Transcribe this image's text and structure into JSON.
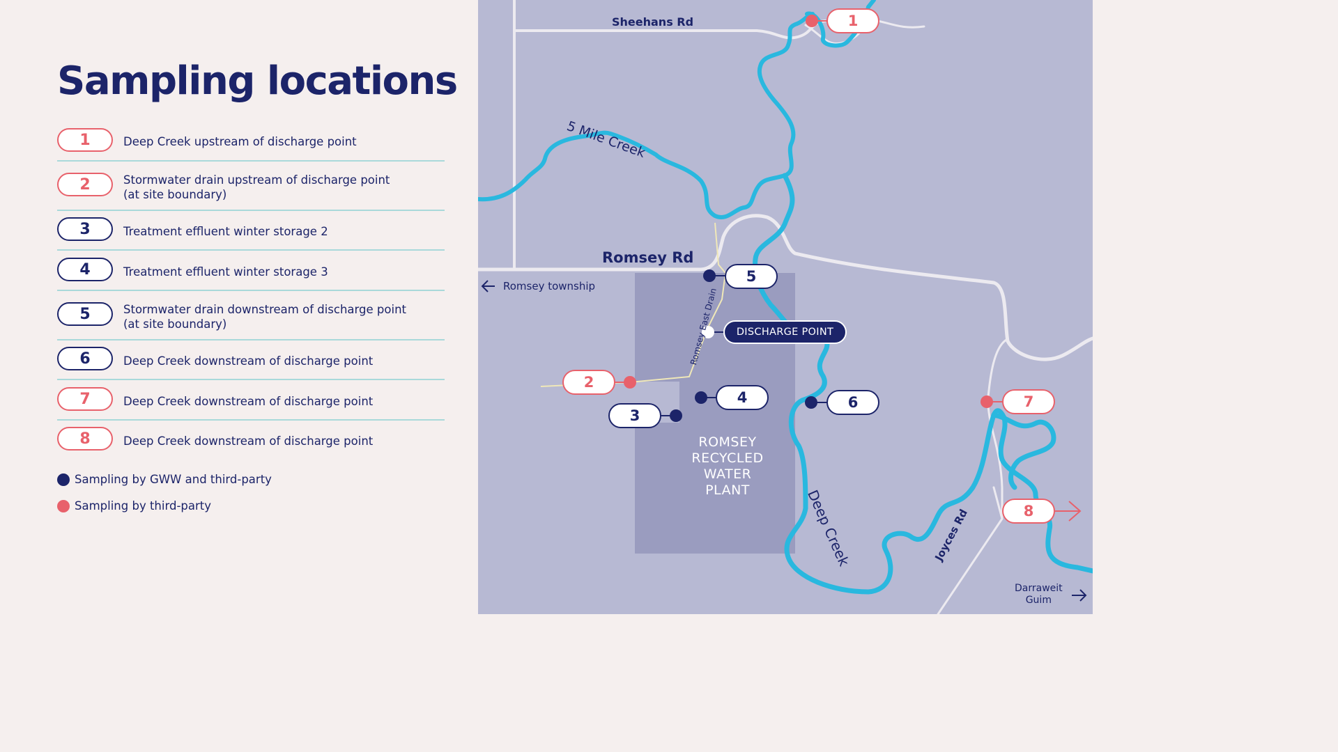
{
  "title": "Sampling locations",
  "sites": [
    {
      "id": "1",
      "type": "third",
      "lines": [
        "Deep Creek upstream of discharge point"
      ]
    },
    {
      "id": "2",
      "type": "third",
      "lines": [
        "Stormwater drain upstream of discharge point",
        "(at site boundary)"
      ]
    },
    {
      "id": "3",
      "type": "gww",
      "lines": [
        "Treatment effluent winter storage 2"
      ]
    },
    {
      "id": "4",
      "type": "gww",
      "lines": [
        "Treatment effluent winter storage 3"
      ]
    },
    {
      "id": "5",
      "type": "gww",
      "lines": [
        "Stormwater drain downstream of discharge point",
        "(at site boundary)"
      ]
    },
    {
      "id": "6",
      "type": "gww",
      "lines": [
        "Deep Creek downstream of discharge point"
      ]
    },
    {
      "id": "7",
      "type": "third",
      "lines": [
        "Deep Creek downstream of discharge point"
      ]
    },
    {
      "id": "8",
      "type": "third",
      "lines": [
        "Deep Creek downstream of discharge point"
      ]
    }
  ],
  "legend": {
    "gww": "Sampling by GWW and third-party",
    "third": "Sampling by third-party"
  },
  "map": {
    "roads": {
      "sheehans": "Sheehans Rd",
      "romsey": "Romsey Rd",
      "joyces": "Joyces Rd"
    },
    "creeks": {
      "five_mile": "5 Mile Creek",
      "deep": "Deep Creek",
      "drain": "Romsey East Drain"
    },
    "directions": {
      "township": "Romsey township",
      "darraweit_line1": "Darraweit",
      "darraweit_line2": "Guim"
    },
    "discharge": "DISCHARGE POINT",
    "plant": [
      "ROMSEY",
      "RECYCLED",
      "WATER",
      "PLANT"
    ]
  },
  "colors": {
    "navy": "#1c2469",
    "red": "#e8616b",
    "creek": "#29b8df",
    "map_bg": "#b7b9d3",
    "plant": "#9a9cbf",
    "road": "#eceaf0",
    "divider": "#a9d9da"
  }
}
